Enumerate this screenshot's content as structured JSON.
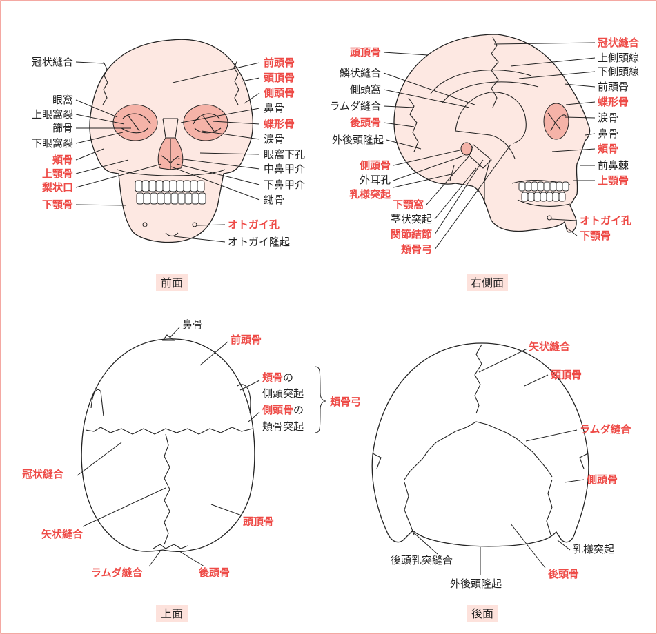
{
  "colors": {
    "accent_red": "#ee4b47",
    "bone_fill": "#fde8e2",
    "orbit_fill": "#f5b3a8",
    "tag_bg": "#fde2dc",
    "frame": "#f08c84"
  },
  "front": {
    "title": "前面",
    "left_labels": [
      "冠状縫合",
      "眼窩",
      "上眼窩裂",
      "篩骨",
      "下眼窩裂",
      "頬骨",
      "上顎骨",
      "梨状口",
      "下顎骨"
    ],
    "right_labels": [
      "前頭骨",
      "頭頂骨",
      "側頭骨",
      "鼻骨",
      "蝶形骨",
      "涙骨",
      "眼窩下孔",
      "中鼻甲介",
      "下鼻甲介",
      "鋤骨",
      "オトガイ孔",
      "オトガイ隆起"
    ]
  },
  "side": {
    "title": "右側面",
    "left_labels": [
      "頭頂骨",
      "鱗状縫合",
      "側頭窩",
      "ラムダ縫合",
      "後頭骨",
      "外後頭隆起",
      "側頭骨",
      "外耳孔",
      "乳様突起",
      "下顎窩",
      "茎状突起",
      "関節結節",
      "頬骨弓"
    ],
    "right_labels": [
      "冠状縫合",
      "上側頭線",
      "下側頭線",
      "前頭骨",
      "蝶形骨",
      "涙骨",
      "鼻骨",
      "頬骨",
      "前鼻棘",
      "上顎骨",
      "オトガイ孔",
      "下顎骨"
    ]
  },
  "top": {
    "title": "上面",
    "labels": {
      "nasal": "鼻骨",
      "frontal": "前頭骨",
      "zygo_a": "頬骨",
      "zygo_a_suffix": "の",
      "zygo_a_line2": "側頭突起",
      "temp_a": "側頭骨",
      "temp_a_suffix": "の",
      "temp_a_line2": "頬骨突起",
      "arch": "頬骨弓",
      "coronal": "冠状縫合",
      "sagittal": "矢状縫合",
      "parietal": "頭頂骨",
      "lambdoid": "ラムダ縫合",
      "occipital": "後頭骨"
    }
  },
  "back": {
    "title": "後面",
    "labels": {
      "sagittal": "矢状縫合",
      "parietal": "頭頂骨",
      "lambdoid": "ラムダ縫合",
      "temporal": "側頭骨",
      "mastoid": "乳様突起",
      "occipitomastoid": "後頭乳突縫合",
      "protuberance": "外後頭隆起",
      "occipital": "後頭骨"
    }
  }
}
